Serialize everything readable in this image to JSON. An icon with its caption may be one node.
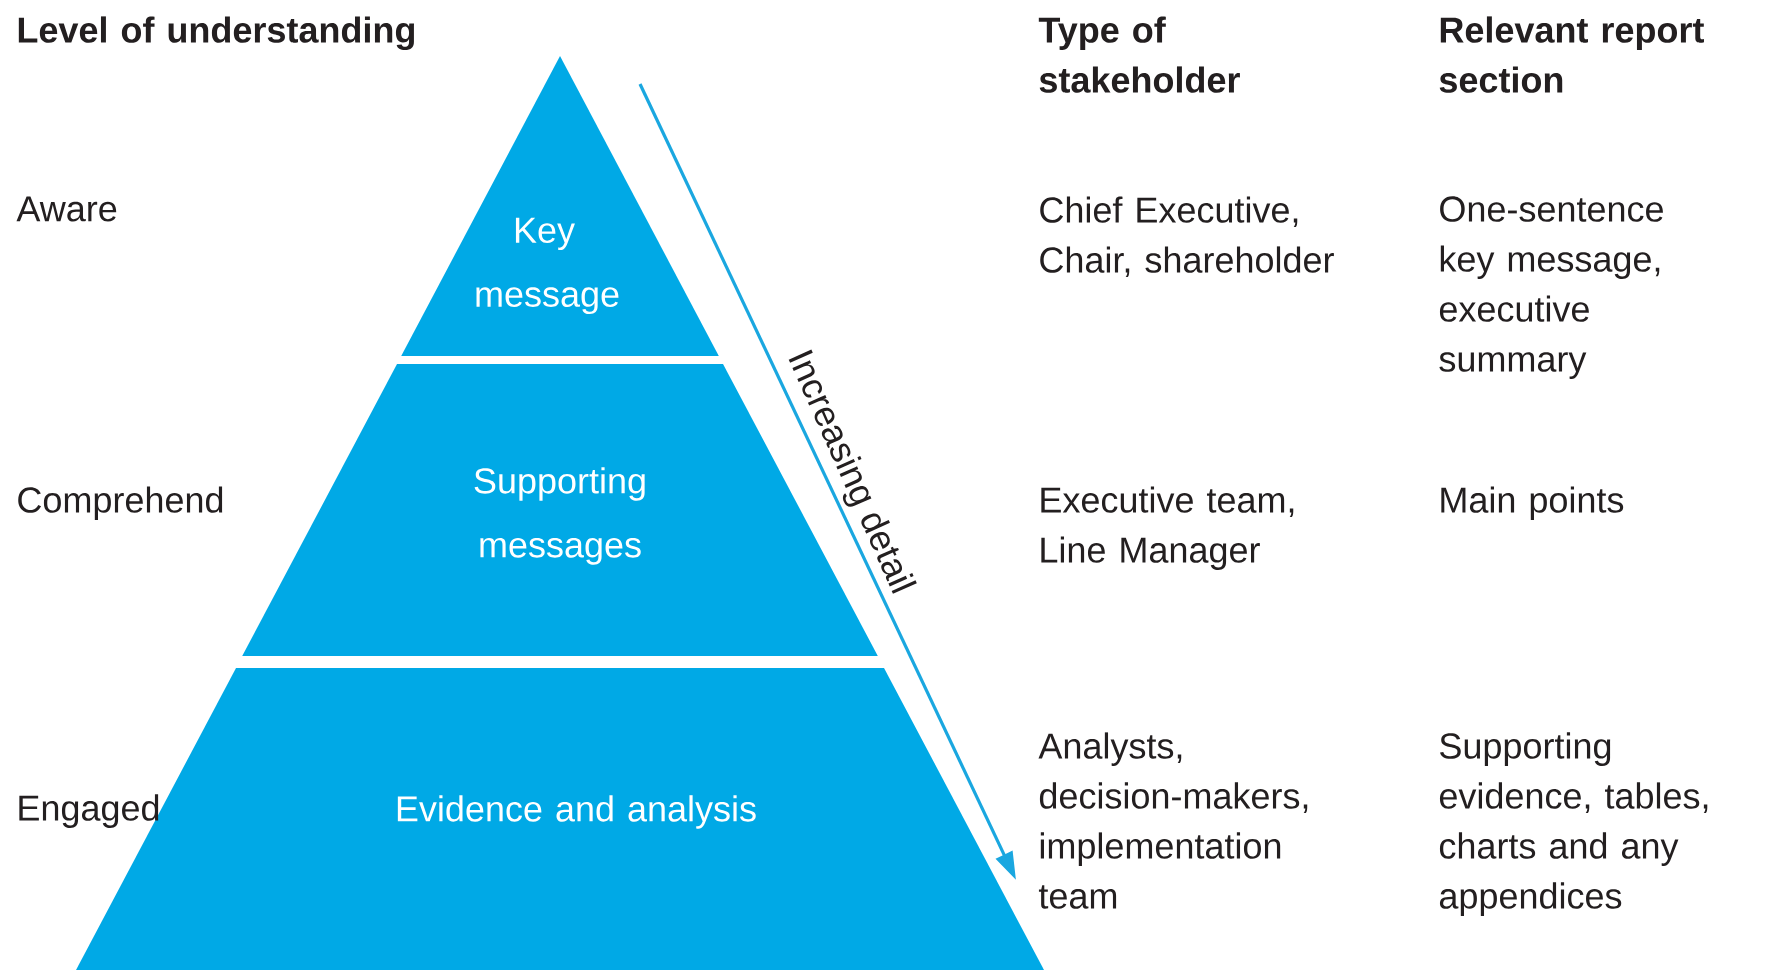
{
  "diagram": {
    "nodes": [
      {
        "text": [
          "Key message"
        ]
      },
      {
        "text": [
          "Supporting messages"
        ]
      },
      {
        "text": [
          "Evidence and analysis"
        ]
      }
    ],
    "edges": [],
    "labels": [
      "Level of understanding",
      "Type of stakeholder",
      "Relevant report section",
      "Aware",
      "Chief Executive, Chair, shareholder",
      "One-sentence key message, executive summary",
      "Increasing detail",
      "Comprehend",
      "Executive team, Line Manager",
      "Main points",
      "Engaged",
      "Analysts, decision-makers, implementation team",
      "Supporting evidence, tables, charts and any appendices"
    ]
  }
}
